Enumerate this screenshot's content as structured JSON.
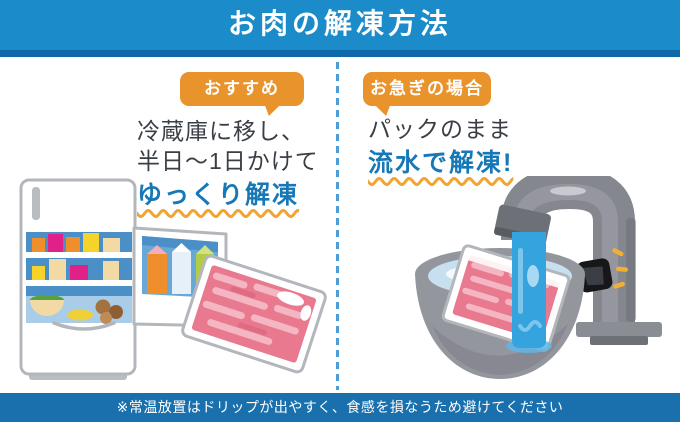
{
  "header": {
    "title": "お肉の解凍方法"
  },
  "sections": {
    "recommended": {
      "badge_label": "おすすめ",
      "line1": "冷蔵庫に移し、",
      "line2": "半日〜1日かけて",
      "highlight": "ゆっくり解凍"
    },
    "hurry": {
      "badge_label": "お急ぎの場合",
      "line1": "パックのまま",
      "highlight": "流水で解凍!"
    }
  },
  "footer": {
    "note": "※常温放置はドリップが出やすく、食感を損なうため避けてください"
  },
  "colors": {
    "header_bg": "#1c8bca",
    "header_strip": "#0f68a9",
    "footer_bg": "#1a70ad",
    "badge_orange": "#e8932c",
    "accent_blue": "#1778b8",
    "underline_orange": "#f2a431",
    "divider_blue": "#4d9ed6",
    "body_text": "#3a3f46"
  },
  "icons": {
    "left_illustration": "refrigerator-and-meat-pack",
    "right_illustration": "faucet-running-water-bowl"
  }
}
